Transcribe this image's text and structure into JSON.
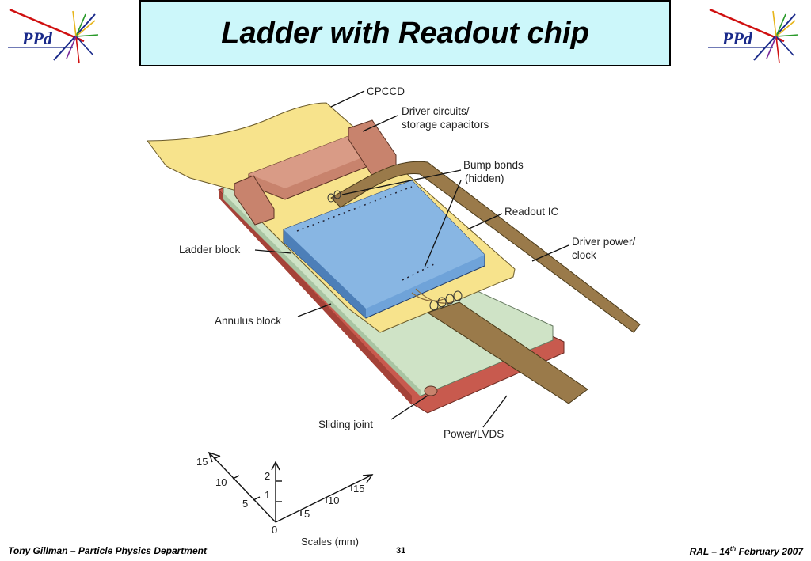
{
  "header": {
    "title": "Ladder with Readout chip"
  },
  "logo": {
    "text": "PPd"
  },
  "labels": {
    "cpccd": "CPCCD",
    "driver_circuits_1": "Driver circuits/",
    "driver_circuits_2": "storage capacitors",
    "bump_bonds_1": "Bump bonds",
    "bump_bonds_2": "(hidden)",
    "readout_ic": "Readout IC",
    "driver_power_1": "Driver power/",
    "driver_power_2": "clock",
    "ladder_block": "Ladder block",
    "annulus_block": "Annulus block",
    "sliding_joint": "Sliding joint",
    "power_lvds": "Power/LVDS"
  },
  "scales": {
    "caption": "Scales (mm)",
    "origin": "0",
    "left_ticks": [
      "5",
      "10",
      "15"
    ],
    "up_ticks": [
      "1",
      "2"
    ],
    "right_ticks": [
      "5",
      "10",
      "15"
    ]
  },
  "footer": {
    "author": "Tony Gillman – Particle Physics Department",
    "page": "31",
    "venue": "RAL – 14",
    "venue_sup": "th",
    "venue_end": " February 2007"
  },
  "colors": {
    "title_bg": "#ccf7fa",
    "ccd_yellow": "#f7e38c",
    "copper": "#c8836d",
    "readout_blue": "#6fa3d9",
    "green_block": "#cfe3c6",
    "red_block": "#c85a4e",
    "cable_brown": "#9a7a4a"
  }
}
